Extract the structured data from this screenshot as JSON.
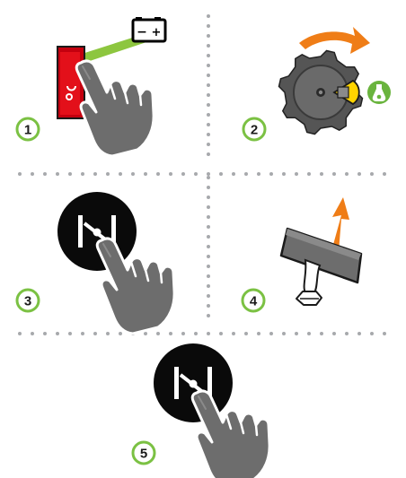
{
  "steps": [
    {
      "number": "1",
      "icon": "battery-switch-icon"
    },
    {
      "number": "2",
      "icon": "fuel-shutoff-valve-icon"
    },
    {
      "number": "3",
      "icon": "stop-button-icon"
    },
    {
      "number": "4",
      "icon": "choke-pull-handle-icon"
    },
    {
      "number": "5",
      "icon": "stop-button-icon"
    }
  ],
  "battery": {
    "minus": "−",
    "plus": "+"
  },
  "colors": {
    "step_ring": "#7bc143",
    "switch_red": "#e3101a",
    "battery_beam": "#8dc63f",
    "arrow_orange": "#ef7d17",
    "valve_yellow": "#ffd400",
    "fuel_green": "#6ab43e",
    "knob_gray": "#555555",
    "hand_gray": "#6d6d6d",
    "button_black": "#0a0a0a",
    "divider_gray": "#a7a9ac"
  }
}
